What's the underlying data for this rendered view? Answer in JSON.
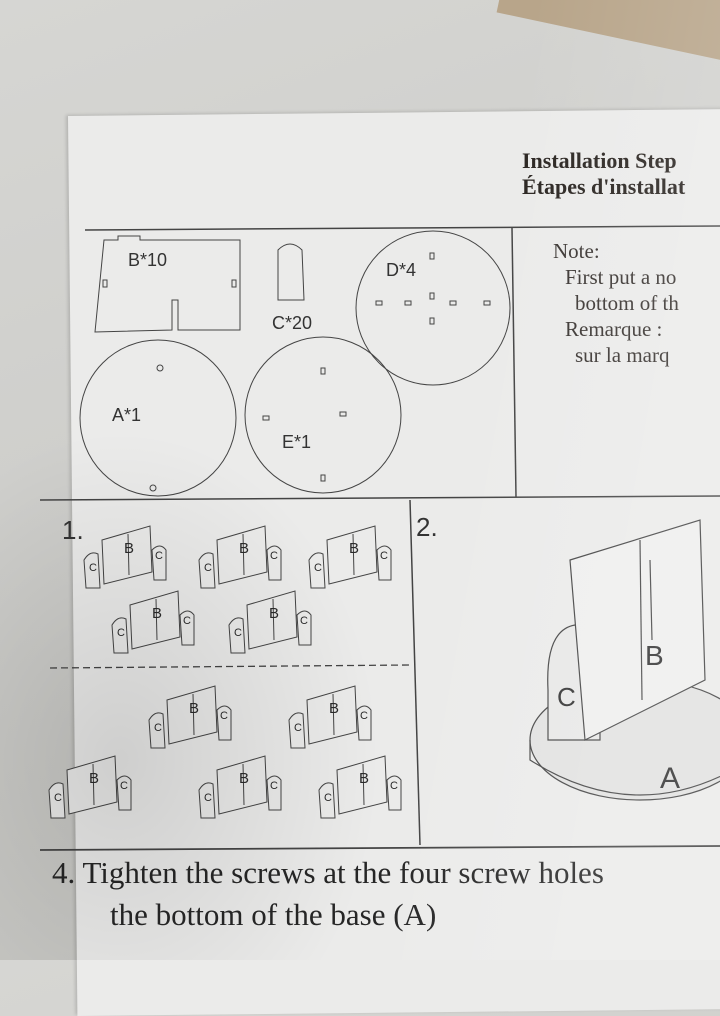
{
  "header": {
    "title_en": "Installation Step",
    "title_fr": "Étapes d'installat"
  },
  "note": {
    "heading": "Note:",
    "line1": "First put a no",
    "line2": "bottom of th",
    "line3": "Remarque : ",
    "line4": "sur la marq"
  },
  "parts": {
    "b": "B*10",
    "c": "C*20",
    "d": "D*4",
    "a": "A*1",
    "e": "E*1"
  },
  "steps": {
    "step1": {
      "number": "1.",
      "panel_label": "B",
      "side_label": "C"
    },
    "step2": {
      "number": "2.",
      "panel_label": "B",
      "side_label": "C",
      "base_label": "A"
    },
    "step4": {
      "number": "4.",
      "line1": "Tighten the screws at the four screw holes",
      "line2": "the bottom of the base (A)"
    }
  }
}
